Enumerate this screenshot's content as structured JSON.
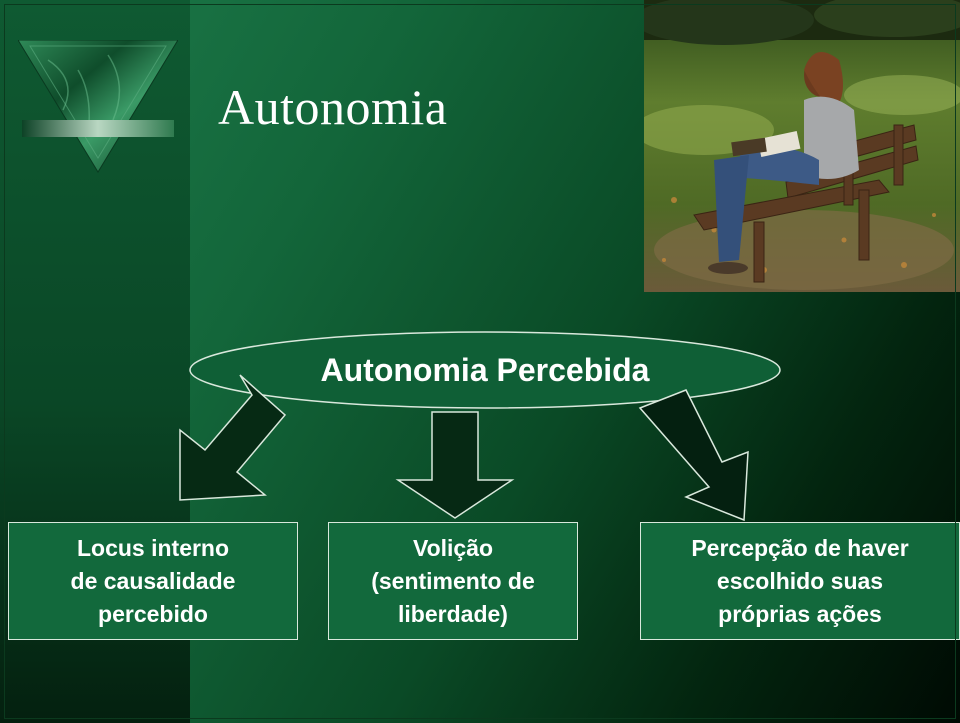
{
  "slide": {
    "title": "Autonomia"
  },
  "diagram": {
    "root": "Autonomia Percebida",
    "children": [
      {
        "lines": [
          "Locus interno",
          "de causalidade",
          "percebido"
        ]
      },
      {
        "lines": [
          "Volição",
          "(sentimento de",
          "liberdade)"
        ]
      },
      {
        "lines": [
          "Percepção de haver",
          "escolhido suas",
          "próprias ações"
        ]
      }
    ]
  },
  "photo": {
    "subject": "person-reading-on-park-bench"
  },
  "colors": {
    "background_light": "#1d7a4a",
    "background_dark": "#000a03",
    "box_fill": "#12693c",
    "text": "#ffffff",
    "outline": "#d9e8dc"
  }
}
